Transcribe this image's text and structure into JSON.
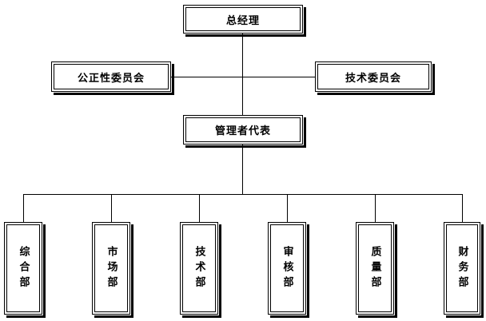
{
  "nodes": {
    "gm": "总经理",
    "fairness_committee": "公正性委员会",
    "tech_committee": "技术委员会",
    "management_rep": "管理者代表"
  },
  "departments": [
    "综合部",
    "市场部",
    "技术部",
    "审核部",
    "质量部",
    "财务部"
  ]
}
